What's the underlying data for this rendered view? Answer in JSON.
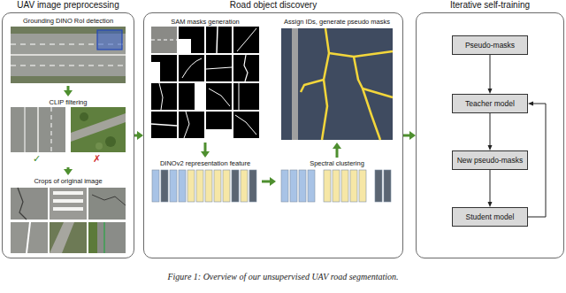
{
  "diagram": {
    "caption": "Figure 1: Overview of our unsupervised UAV road segmentation.",
    "nodes": [
      {
        "text": [
          "UAV image preprocessing"
        ]
      },
      {
        "text": [
          "Grounding DINO RoI detection"
        ],
        "in": 0
      },
      {
        "text": [
          "CLIP filtering"
        ],
        "in": 0
      },
      {
        "text": [
          "Crops of original image"
        ],
        "in": 0
      },
      {
        "text": [
          "Road object discovery"
        ]
      },
      {
        "text": [
          "SAM masks generation"
        ],
        "in": 4
      },
      {
        "text": [
          "Assign IDs, generate pseudo masks"
        ],
        "in": 4
      },
      {
        "text": [
          "DINOv2 representation feature"
        ],
        "in": 4
      },
      {
        "text": [
          "Spectral clustering"
        ],
        "in": 4
      },
      {
        "text": [
          "Iterative self-training"
        ]
      },
      {
        "text": [
          "Pseudo-masks"
        ],
        "in": 9
      },
      {
        "text": [
          "Teacher model"
        ],
        "in": 9
      },
      {
        "text": [
          "New pseudo-masks"
        ],
        "in": 9
      },
      {
        "text": [
          "Student model"
        ],
        "in": 9
      }
    ],
    "edges": [
      {
        "from": 1,
        "to": 2,
        "arrow": "to"
      },
      {
        "from": 2,
        "to": 3,
        "arrow": "to"
      },
      {
        "from": 0,
        "to": 4,
        "arrow": "to"
      },
      {
        "from": 5,
        "to": 7,
        "arrow": "to"
      },
      {
        "from": 7,
        "to": 8,
        "arrow": "to"
      },
      {
        "from": 8,
        "to": 6,
        "arrow": "to"
      },
      {
        "from": 4,
        "to": 9,
        "arrow": "to"
      },
      {
        "from": 10,
        "to": 11,
        "arrow": "to"
      },
      {
        "from": 11,
        "to": 12,
        "arrow": "to"
      },
      {
        "from": 12,
        "to": 13,
        "arrow": "to"
      },
      {
        "from": 13,
        "to": 11,
        "arrow": "to"
      }
    ],
    "labels": [
      "✓",
      "✗"
    ]
  }
}
